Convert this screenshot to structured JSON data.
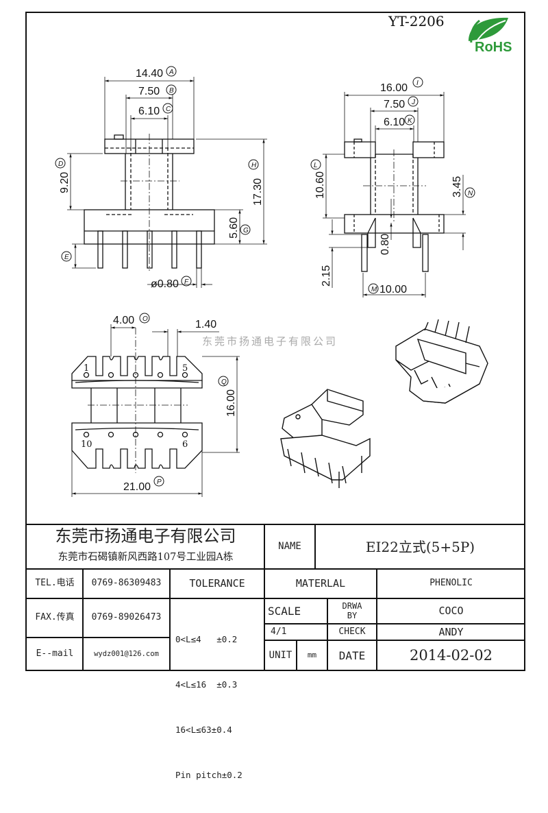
{
  "header": {
    "part_number": "YT-2206",
    "rohs_logo_text": "RoHS"
  },
  "watermark": "东莞市扬通电子有限公司",
  "side_view": {
    "dims": [
      {
        "label": "A",
        "value": "14.40"
      },
      {
        "label": "B",
        "value": "7.50"
      },
      {
        "label": "C",
        "value": "6.10"
      },
      {
        "label": "D",
        "value": "9.20"
      },
      {
        "label": "E",
        "value": ""
      },
      {
        "label": "F",
        "value": "ø0.80"
      },
      {
        "label": "G",
        "value": "5.60"
      },
      {
        "label": "H",
        "value": "17.30"
      }
    ]
  },
  "front_view": {
    "dims": [
      {
        "label": "I",
        "value": "16.00"
      },
      {
        "label": "J",
        "value": "7.50"
      },
      {
        "label": "K",
        "value": "6.10"
      },
      {
        "label": "L",
        "value": "10.60"
      },
      {
        "label": "N",
        "value": "3.45"
      },
      {
        "label": "",
        "value": "0.80"
      },
      {
        "label": "",
        "value": "2.15"
      },
      {
        "label": "M",
        "value": "10.00"
      }
    ]
  },
  "bottom_view": {
    "dims": [
      {
        "label": "O",
        "value": "4.00"
      },
      {
        "label": "",
        "value": "1.40"
      },
      {
        "label": "Q",
        "value": "16.00"
      },
      {
        "label": "P",
        "value": "21.00"
      }
    ],
    "pin_numbers": [
      "1",
      "5",
      "10",
      "6"
    ]
  },
  "title_block": {
    "company": "东莞市扬通电子有限公司",
    "address": "东莞市石碣镇新风西路107号工业园A栋",
    "name_label": "NAME",
    "name_value": "EI22立式(5+5P)",
    "tel_label": "TEL.电话",
    "tel_value": "0769-86309483",
    "fax_label": "FAX.传真",
    "fax_value": "0769-89026473",
    "email_label": "E--mail",
    "email_value": "wydz001@126.com",
    "tolerance_label": "TOLERANCE",
    "tolerances": [
      "0<L≤4   ±0.2",
      "4<L≤16  ±0.3",
      "16<L≤63±0.4",
      "Pin pitch±0.2"
    ],
    "material_label": "MATERLAL",
    "material_value": "PHENOLIC",
    "scale_label": "SCALE",
    "scale_value": "4/1",
    "drawn_by_label": "DRWA BY",
    "drawn_by_value": "COCO",
    "check_label": "CHECK",
    "check_value": "ANDY",
    "unit_label": "UNIT",
    "unit_value": "mm",
    "date_label": "DATE",
    "date_value": "2014-02-02"
  }
}
